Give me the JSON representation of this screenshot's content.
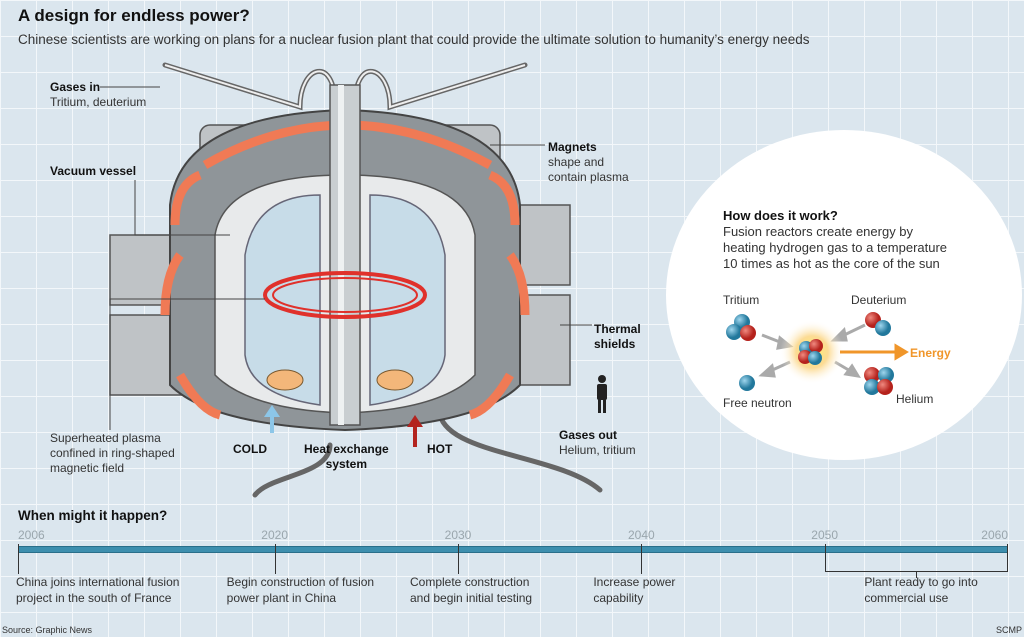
{
  "header": {
    "title": "A design for endless power?",
    "subtitle": "Chinese scientists are working on plans for a nuclear fusion plant that could provide the ultimate solution to humanity’s energy needs"
  },
  "labels": {
    "gases_in": {
      "title": "Gases in",
      "text": "Tritium, deuterium"
    },
    "vacuum_vessel": {
      "title": "Vacuum vessel"
    },
    "magnets": {
      "title": "Magnets",
      "line1": "shape and",
      "line2": "contain plasma"
    },
    "thermal_shields": {
      "line1": "Thermal",
      "line2": "shields"
    },
    "plasma": {
      "line1": "Superheated plasma",
      "line2": "confined in ring-shaped",
      "line3": "magnetic field"
    },
    "cold": "COLD",
    "hot": "HOT",
    "heat_exchange": {
      "line1": "Heat exchange",
      "line2": "system"
    },
    "gases_out": {
      "title": "Gases out",
      "text": "Helium, tritium"
    }
  },
  "how": {
    "title": "How does it work?",
    "line1": "Fusion reactors create energy by",
    "line2": "heating hydrogen gas to a temperature",
    "line3": "10 times as hot as the core of the sun",
    "tritium": "Tritium",
    "deuterium": "Deuterium",
    "energy": "Energy",
    "neutron": "Free neutron",
    "helium": "Helium"
  },
  "colors": {
    "proton": "#c8302b",
    "neutron": "#2f8fb3",
    "energy": "#f0962a",
    "coil": "#f07a55",
    "timeline": "#3e8fae"
  },
  "timeline": {
    "title": "When might it happen?",
    "range": [
      2006,
      2060
    ],
    "years": [
      2006,
      2020,
      2030,
      2040,
      2050,
      2060
    ],
    "events": [
      {
        "year": 2006,
        "line1": "China joins international fusion",
        "line2": "project in the south of France"
      },
      {
        "year": 2020,
        "line1": "Begin construction of fusion",
        "line2": "power plant in China"
      },
      {
        "year": 2030,
        "line1": "Complete construction",
        "line2": "and begin initial testing"
      },
      {
        "year": 2040,
        "line1": "Increase power",
        "line2": "capability"
      },
      {
        "year_range": [
          2050,
          2060
        ],
        "line1": "Plant ready to go into",
        "line2": "commercial use"
      }
    ]
  },
  "footer": {
    "source": "Source: Graphic News",
    "credit": "SCMP"
  }
}
